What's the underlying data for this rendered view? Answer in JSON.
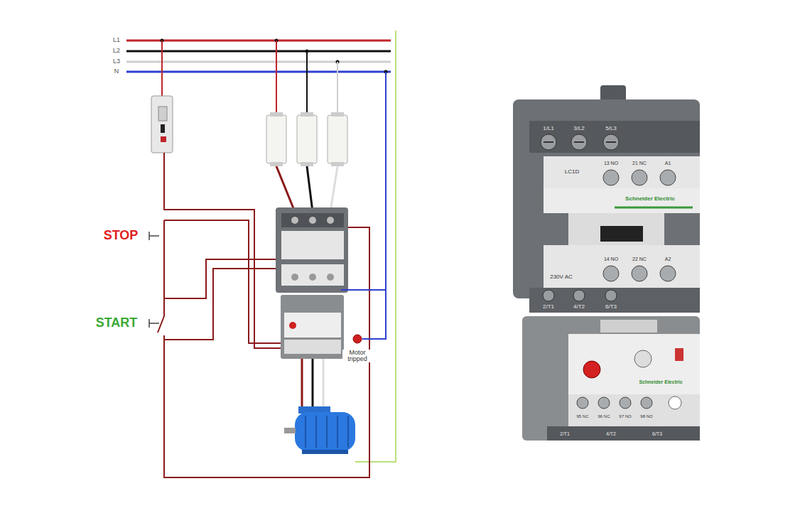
{
  "diagram": {
    "labels": [
      "L1",
      "L2",
      "L3",
      "N",
      "STOP",
      "START",
      "Motor tripped",
      "1/L1",
      "3/L2",
      "5/L3",
      "13 NO",
      "21 NC",
      "A1",
      "LC1D",
      "Schneider Electric",
      "230V AC",
      "14 NO",
      "22 NC",
      "A2",
      "2/T1",
      "4/T2",
      "6/T3",
      "Schneider Electric",
      "95 NC",
      "96 NC",
      "97 NO",
      "98 NO",
      "2/T1",
      "4/T2",
      "6/T3"
    ]
  }
}
